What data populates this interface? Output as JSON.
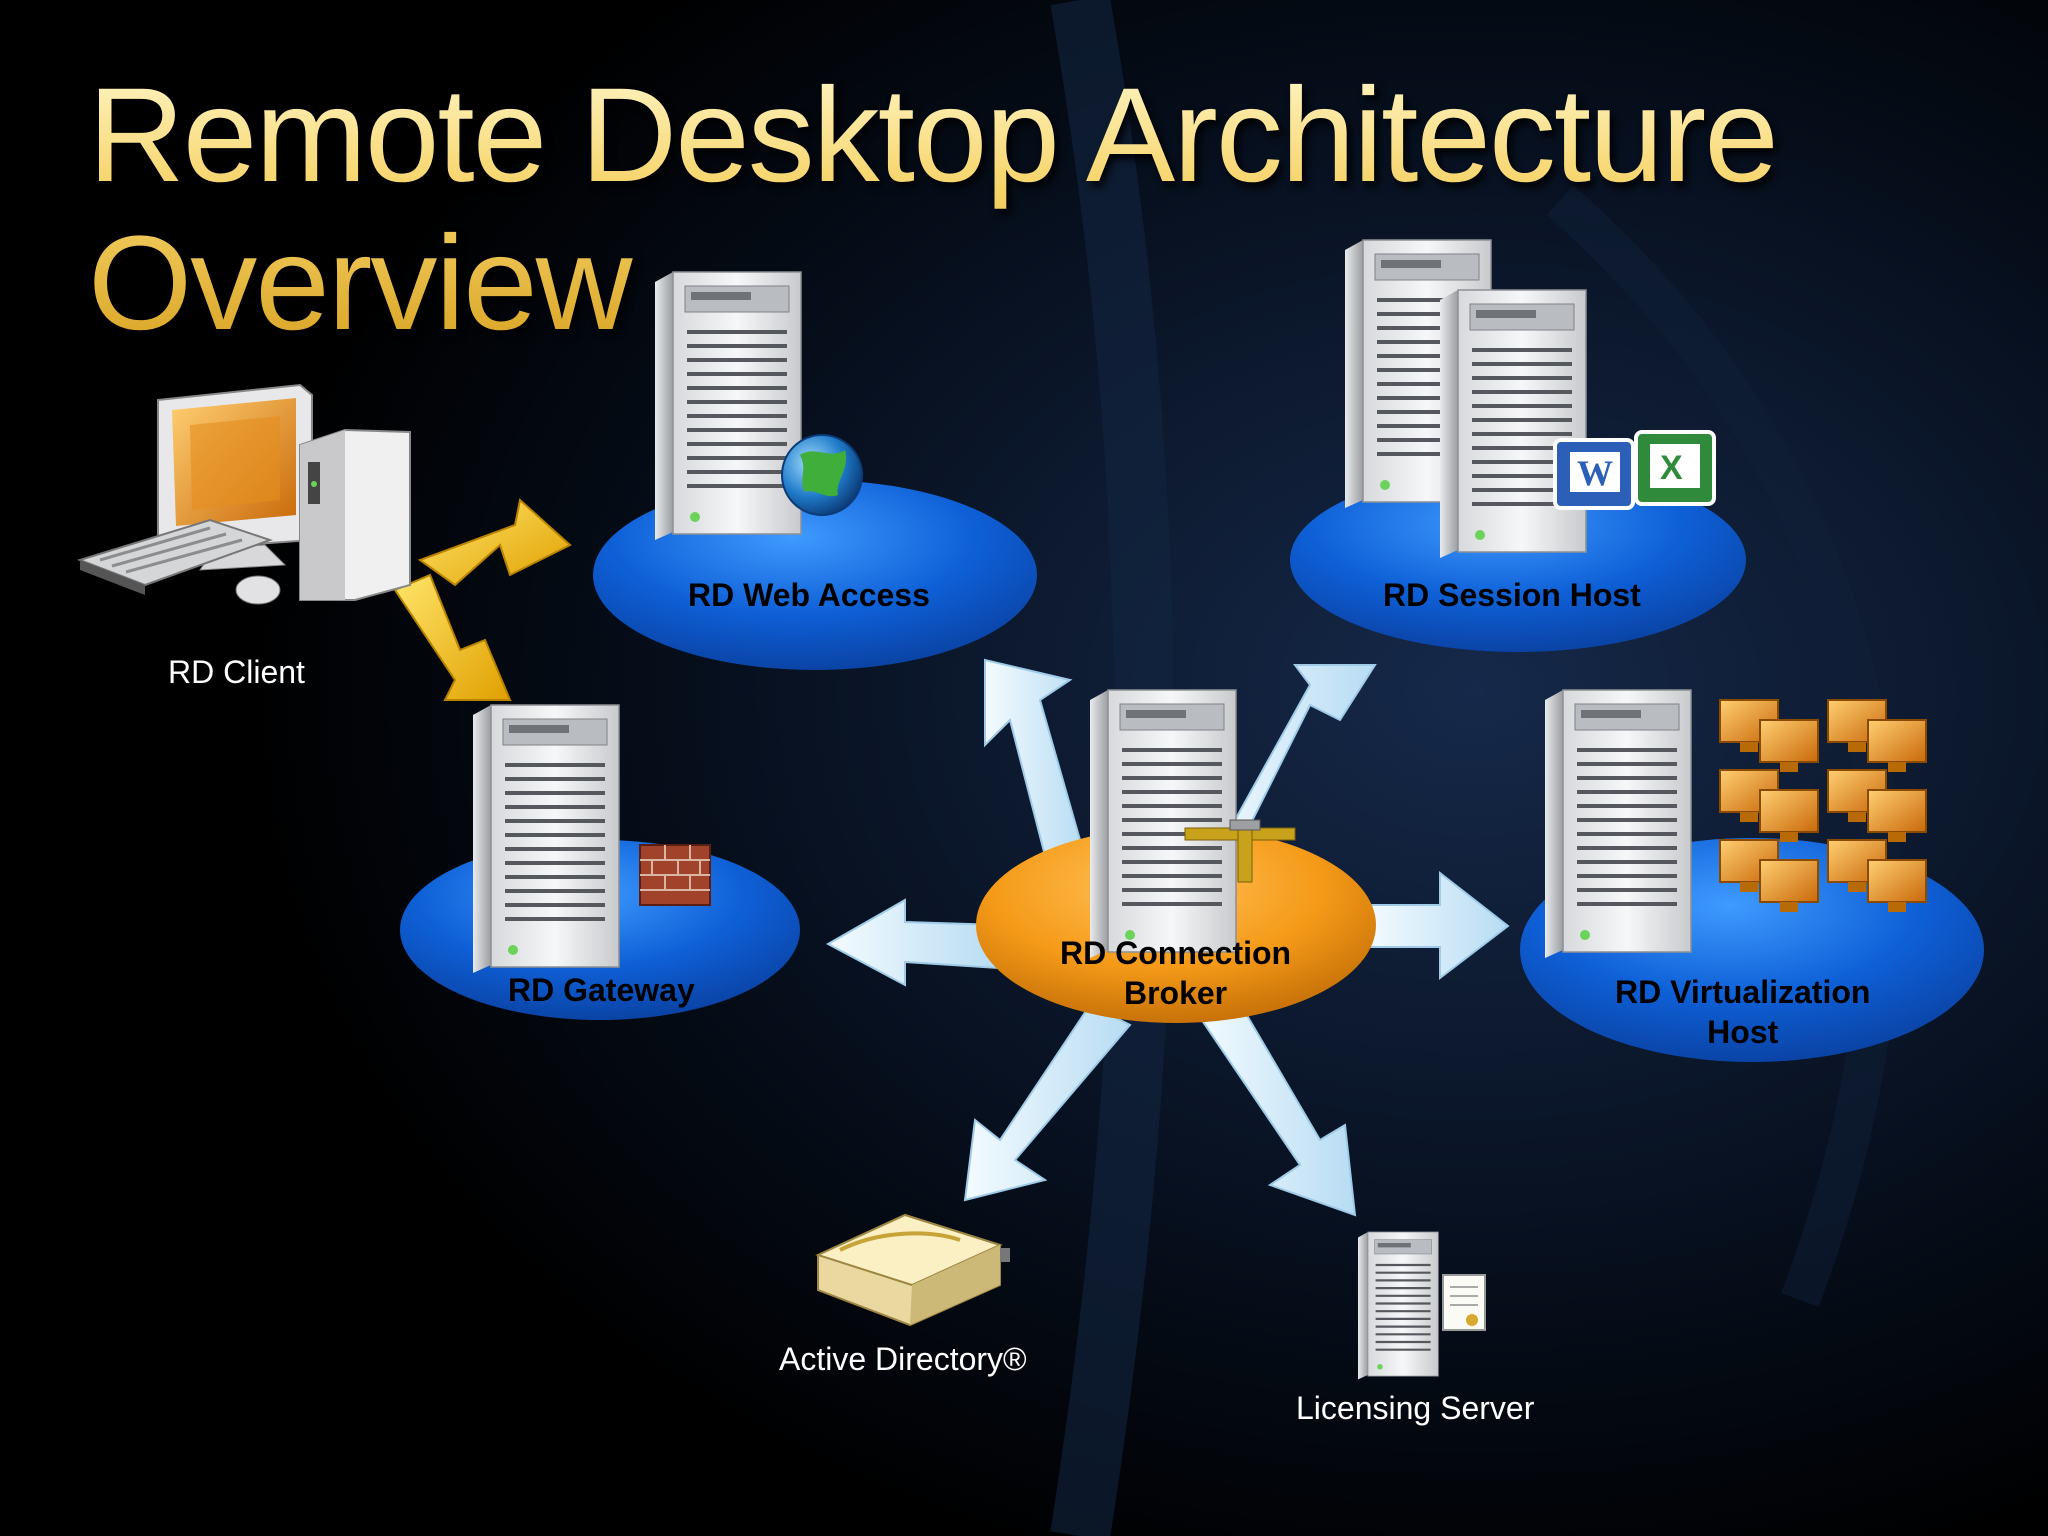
{
  "slide": {
    "title_line1": "Remote Desktop Architecture",
    "title_line2": "Overview"
  },
  "nodes": {
    "rd_client": "RD Client",
    "rd_web_access": "RD Web Access",
    "rd_session_host": "RD Session Host",
    "rd_gateway": "RD Gateway",
    "rd_connection_broker": {
      "line1": "RD Connection",
      "line2": "Broker"
    },
    "rd_virtualization_host": {
      "line1": "RD Virtualization",
      "line2": "Host"
    },
    "active_directory": "Active Directory®",
    "licensing_server": "Licensing Server"
  },
  "colors": {
    "background": "#000000",
    "title_gold": "#f3c94c",
    "platform_blue": "#1565d8",
    "broker_orange": "#f59a18",
    "arrow_blue": "#cfe8f7",
    "client_arrow_gold": "#f5c518"
  },
  "icons": [
    "desktop-computer-icon",
    "server-tower-icon",
    "globe-icon",
    "firewall-icon",
    "word-icon",
    "excel-icon",
    "network-connector-icon",
    "virtual-desktops-icon",
    "directory-book-icon",
    "certificate-icon"
  ]
}
